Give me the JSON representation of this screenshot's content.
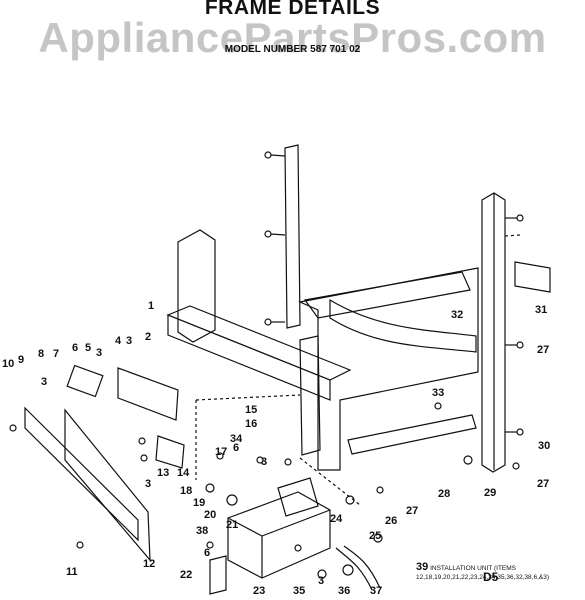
{
  "title": "FRAME DETAILS",
  "watermark": "AppliancePartsPros.com",
  "model_number": "MODEL NUMBER 587 701 02",
  "callouts": [
    "1",
    "2",
    "3",
    "4",
    "5",
    "6",
    "7",
    "8",
    "9",
    "10",
    "11",
    "12",
    "13",
    "14",
    "15",
    "16",
    "17",
    "18",
    "19",
    "20",
    "21",
    "22",
    "23",
    "24",
    "25",
    "26",
    "27",
    "28",
    "29",
    "30",
    "31",
    "32",
    "33",
    "34",
    "35",
    "36",
    "37",
    "38"
  ],
  "note": {
    "item": "39",
    "text": "INSTALLATION UNIT (ITEMS 12,18,19,20,21,22,23,24,34,35,36,32,38,6,&3)"
  },
  "page_code": "D5"
}
